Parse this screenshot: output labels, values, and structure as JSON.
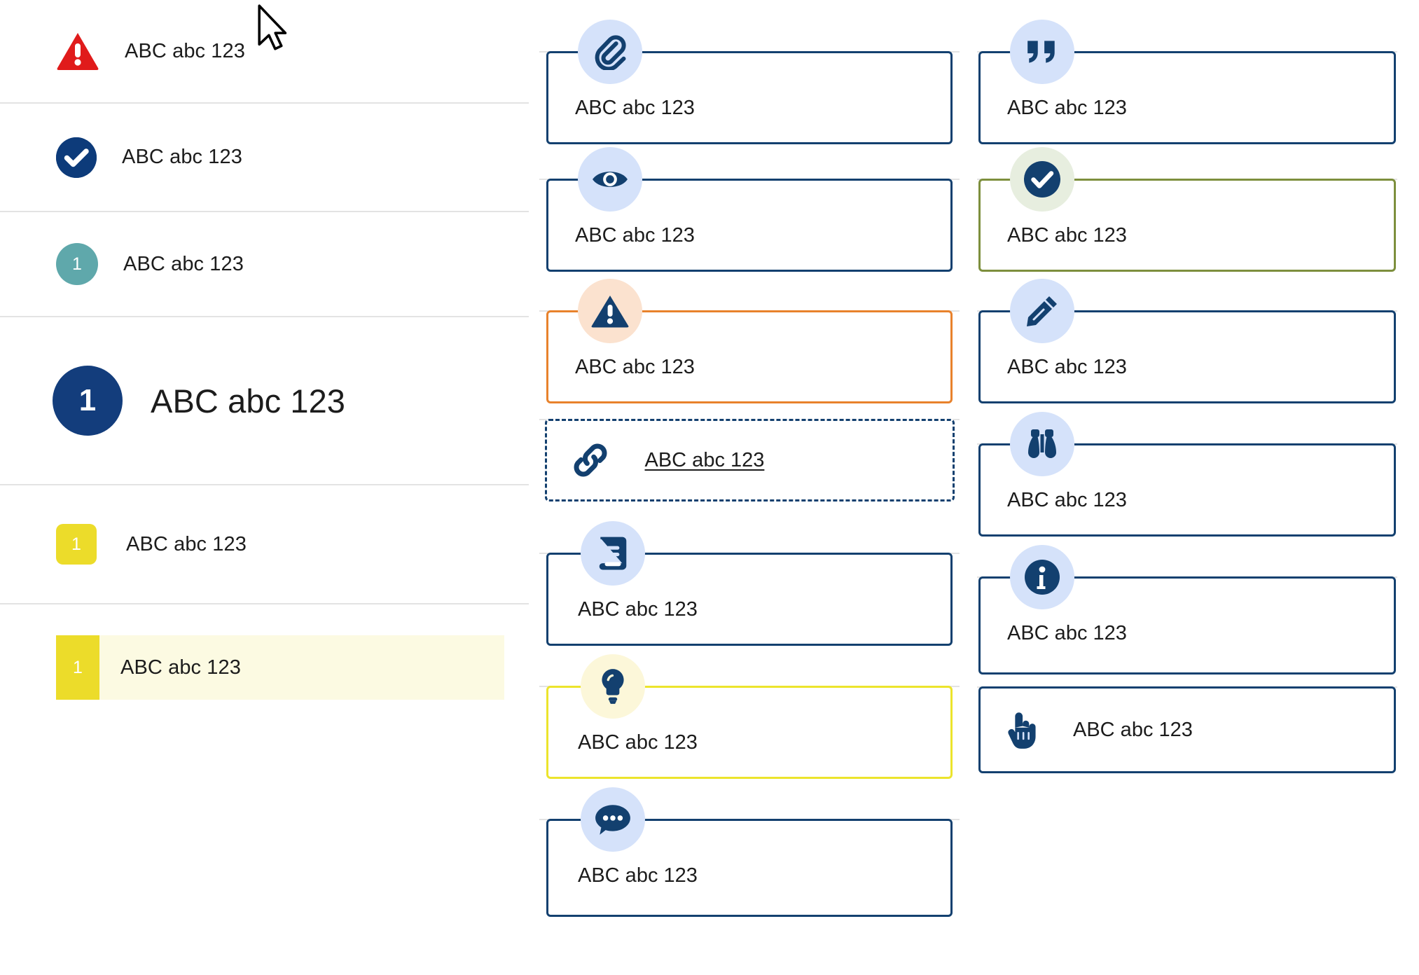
{
  "colors": {
    "navy": "#13406f",
    "deep_navy": "#0d3b7a",
    "red": "#e01b1b",
    "teal": "#5fa8ab",
    "yellow": "#ecdc2a",
    "orange": "#e8822c",
    "olive": "#7d8f3d",
    "badge_blue": "#d5e2fa",
    "badge_peach": "#fbe2cf",
    "badge_cream": "#fcf7d9",
    "badge_mint": "#e7eedf",
    "highlight_bg": "#fcfae2",
    "divider": "#e3e3e3"
  },
  "sidebar": {
    "items": [
      {
        "badge": "warning-triangle-icon",
        "badge_text": "",
        "label": "ABC abc 123",
        "style": "triangle-red"
      },
      {
        "badge": "check-circle-icon",
        "badge_text": "",
        "label": "ABC abc 123",
        "style": "circle-navy"
      },
      {
        "badge": "number-badge",
        "badge_text": "1",
        "label": "ABC abc 123",
        "style": "circle-teal"
      },
      {
        "badge": "number-badge",
        "badge_text": "1",
        "label": "ABC abc 123",
        "style": "circle-navy-large"
      },
      {
        "badge": "number-badge",
        "badge_text": "1",
        "label": "ABC abc 123",
        "style": "square-yellow"
      },
      {
        "badge": "number-badge",
        "badge_text": "1",
        "label": "ABC abc 123",
        "style": "square-yellow-highlight"
      }
    ]
  },
  "middle_column": {
    "cards": [
      {
        "icon": "paperclip-icon",
        "label": "ABC abc 123",
        "border": "navy",
        "badge": "blue",
        "layout": "stacked"
      },
      {
        "icon": "eye-icon",
        "label": "ABC abc 123",
        "border": "navy",
        "badge": "blue",
        "layout": "stacked"
      },
      {
        "icon": "warning-triangle-icon",
        "label": "ABC abc 123",
        "border": "orange",
        "badge": "peach",
        "layout": "stacked"
      },
      {
        "icon": "link-icon",
        "label": "ABC abc 123",
        "border": "dashed",
        "badge": "none",
        "layout": "inline"
      },
      {
        "icon": "book-icon",
        "label": "ABC abc 123",
        "border": "navy",
        "badge": "blue",
        "layout": "stacked"
      },
      {
        "icon": "lightbulb-icon",
        "label": "ABC abc 123",
        "border": "yellow",
        "badge": "cream",
        "layout": "stacked"
      },
      {
        "icon": "chat-bubble-icon",
        "label": "ABC abc 123",
        "border": "navy",
        "badge": "blue",
        "layout": "stacked"
      }
    ]
  },
  "right_column": {
    "cards": [
      {
        "icon": "quote-icon",
        "label": "ABC abc 123",
        "border": "navy",
        "badge": "blue",
        "layout": "stacked"
      },
      {
        "icon": "check-circle-icon",
        "label": "ABC abc 123",
        "border": "green",
        "badge": "mint",
        "layout": "stacked"
      },
      {
        "icon": "pencil-icon",
        "label": "ABC abc 123",
        "border": "navy",
        "badge": "blue",
        "layout": "stacked"
      },
      {
        "icon": "binoculars-icon",
        "label": "ABC abc 123",
        "border": "navy",
        "badge": "blue",
        "layout": "stacked"
      },
      {
        "icon": "info-circle-icon",
        "label": "ABC abc 123",
        "border": "navy",
        "badge": "blue",
        "layout": "stacked"
      },
      {
        "icon": "pointing-hand-icon",
        "label": "ABC abc 123",
        "border": "navy",
        "badge": "none",
        "layout": "inline"
      }
    ]
  }
}
